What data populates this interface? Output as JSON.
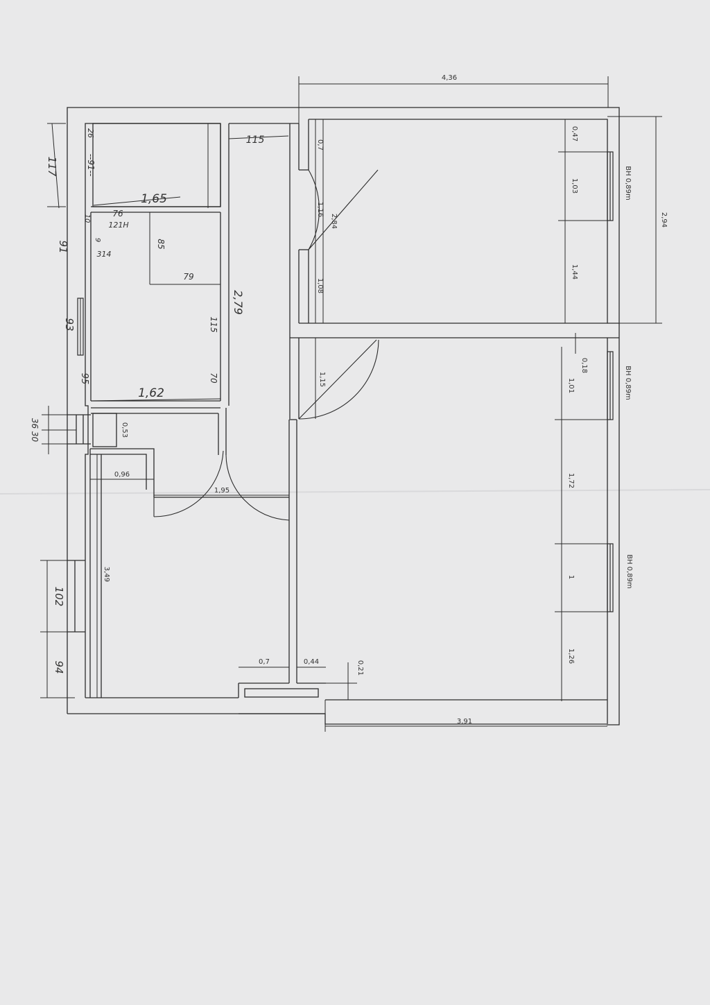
{
  "plan": {
    "top_total": "4,36",
    "right_total": "2,94",
    "bottom_total": "3,91",
    "room1_window_pier_top": "0,47",
    "room1_window_width": "1,03",
    "room1_wall_lower": "1,44",
    "window_height_note": "BH 0,89m",
    "room1_door_wall_top": "0,7",
    "room1_door_opening": "1,16",
    "room1_depth": "2,84",
    "room1_door_wall_bottom": "1,08",
    "room2_pier_top": "0,18",
    "room2_window1_width": "1,01",
    "room2_wall_mid": "1,72",
    "room2_window2_width": "1",
    "room2_wall_bottom": "1,26",
    "room2_door_opening": "1,15",
    "hall_width": "1,95",
    "kitchen_niche": "0,96",
    "kitchen_depth": "3,49",
    "wc_width": "0,53",
    "bottom_seg_a": "0,7",
    "bottom_seg_b": "0,44",
    "bottom_offset": "0,21",
    "bath_width_top": "1,65",
    "bath_width_bottom": "1,62",
    "bath_length": "2,79",
    "hall_width_top": "115"
  },
  "handwritten": {
    "left_117": "117",
    "left_91": "91",
    "left_93": "93",
    "left_95": "95",
    "left_3630": "36 30",
    "left_102": "102",
    "left_94": "94",
    "top_26": "26",
    "top_91": "--91--",
    "bath_10": "10",
    "bath_76": "76",
    "bath_121h": "121H",
    "bath_9": "9",
    "bath_314": "314",
    "bath_85": "85",
    "bath_79": "79",
    "bath_115": "115",
    "bath_70": "70"
  },
  "colors": {
    "paper": "#e9e9ea",
    "ink": "#2b2b2b",
    "pencil": "#4a4a4a"
  }
}
